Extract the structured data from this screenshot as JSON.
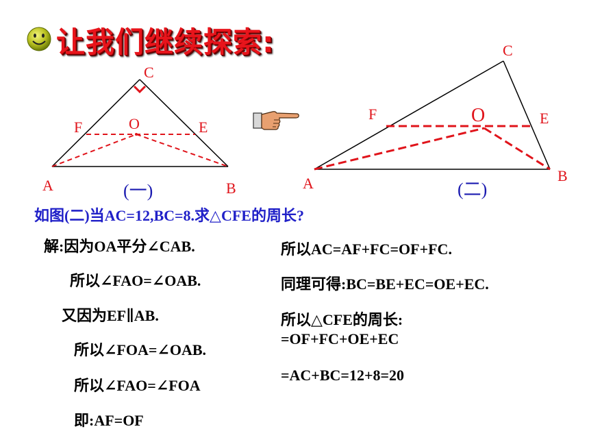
{
  "title": "让我们继续探索:",
  "figure1": {
    "caption": "(一)",
    "labels": {
      "A": "A",
      "B": "B",
      "C": "C",
      "F": "F",
      "O": "O",
      "E": "E"
    }
  },
  "figure2": {
    "caption": "(二)",
    "labels": {
      "A": "A",
      "B": "B",
      "C": "C",
      "F": "F",
      "O": "O",
      "E": "E"
    }
  },
  "question": "如图(二)当AC=12,BC=8.求△CFE的周长?",
  "solution_left": [
    "解:因为OA平分∠CAB.",
    "所以∠FAO=∠OAB.",
    "又因为EF∥AB.",
    "所以∠FOA=∠OAB.",
    "所以∠FAO=∠FOA",
    "即:AF=OF"
  ],
  "solution_right": [
    "所以AC=AF+FC=OF+FC.",
    "同理可得:BC=BE+EC=OE+EC.",
    "所以△CFE的周长:",
    "=OF+FC+OE+EC",
    "=AC+BC=12+8=20"
  ],
  "colors": {
    "title": "#e8141b",
    "lines": "#000000",
    "dashed": "#e0141b",
    "question": "#2020c8",
    "caption": "#1a1ab0"
  }
}
